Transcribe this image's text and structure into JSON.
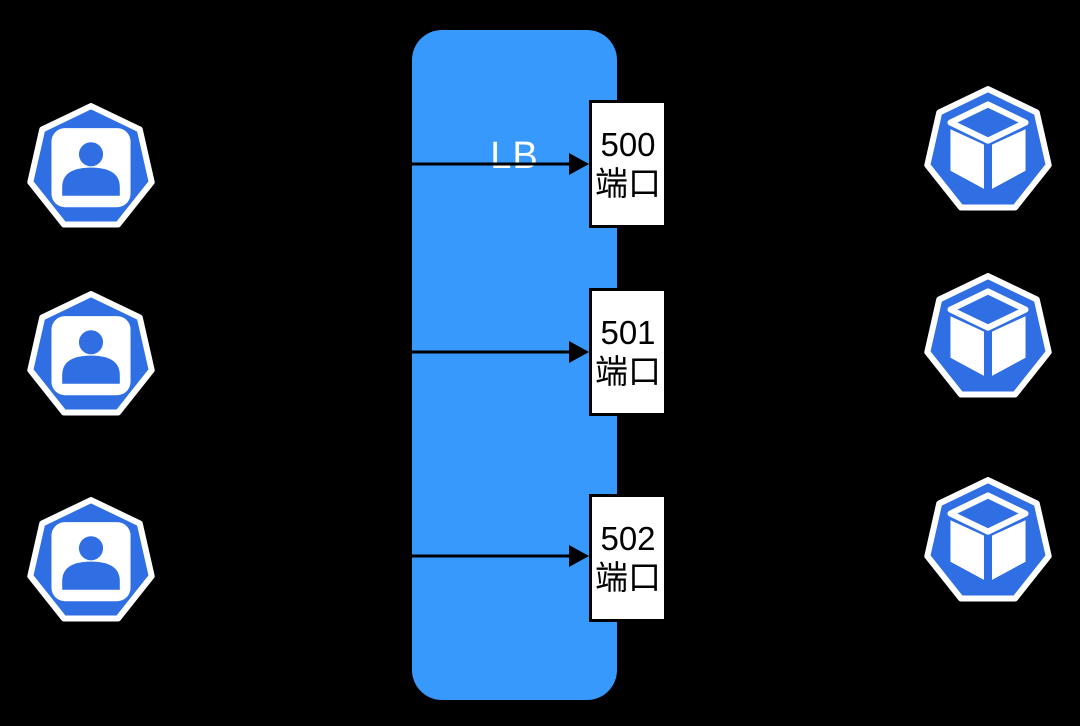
{
  "diagram": {
    "title": "load-balancer-port-mapping",
    "background_color": "#000000",
    "lb": {
      "label": "LB",
      "fill_color": "#3899FC",
      "text_color": "#FFFFFF"
    },
    "ports": [
      {
        "number": "500",
        "suffix": "端口"
      },
      {
        "number": "501",
        "suffix": "端口"
      },
      {
        "number": "502",
        "suffix": "端口"
      }
    ],
    "clients": [
      {
        "icon": "user-icon"
      },
      {
        "icon": "user-icon"
      },
      {
        "icon": "user-icon"
      }
    ],
    "backends": [
      {
        "icon": "cube-node-icon"
      },
      {
        "icon": "cube-node-icon"
      },
      {
        "icon": "cube-node-icon"
      }
    ],
    "colors": {
      "icon_blue": "#2F6FE3",
      "icon_outline": "#FFFFFF",
      "arrow_color": "#000000",
      "port_box_fill": "#FFFFFF",
      "port_box_border": "#000000"
    }
  }
}
